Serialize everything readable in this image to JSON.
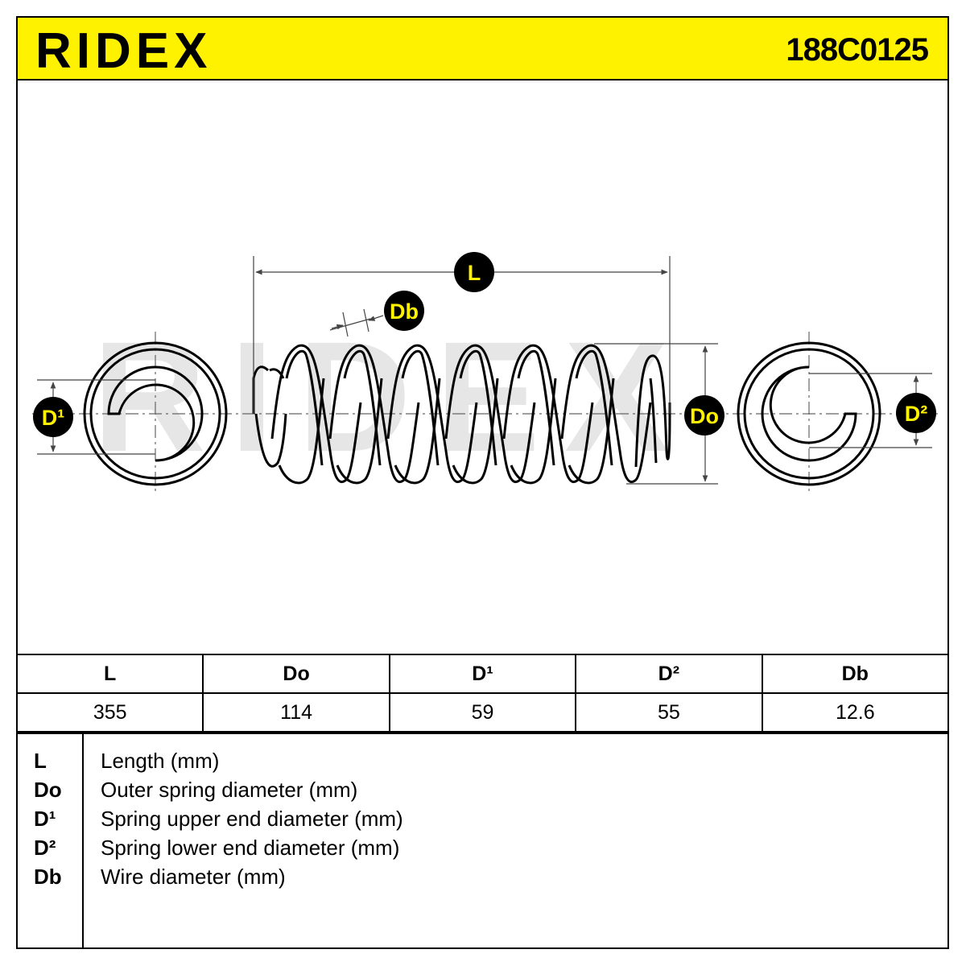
{
  "header": {
    "brand": "RIDEX",
    "part_number": "188C0125",
    "background_color": "#fff200"
  },
  "diagram": {
    "labels": {
      "length": "L",
      "outer_diameter": "Do",
      "wire_diameter": "Db",
      "upper_end_diameter": "D¹",
      "lower_end_diameter": "D²"
    },
    "watermark": "RIDEX"
  },
  "spec_table": {
    "headers": [
      "L",
      "Do",
      "D¹",
      "D²",
      "Db"
    ],
    "values": [
      "355",
      "114",
      "59",
      "55",
      "12.6"
    ]
  },
  "legend": [
    {
      "key": "L",
      "description": "Length (mm)"
    },
    {
      "key": "Do",
      "description": "Outer spring diameter (mm)"
    },
    {
      "key": "D¹",
      "description": "Spring upper end diameter (mm)"
    },
    {
      "key": "D²",
      "description": "Spring lower end diameter (mm)"
    },
    {
      "key": "Db",
      "description": "Wire diameter (mm)"
    }
  ]
}
